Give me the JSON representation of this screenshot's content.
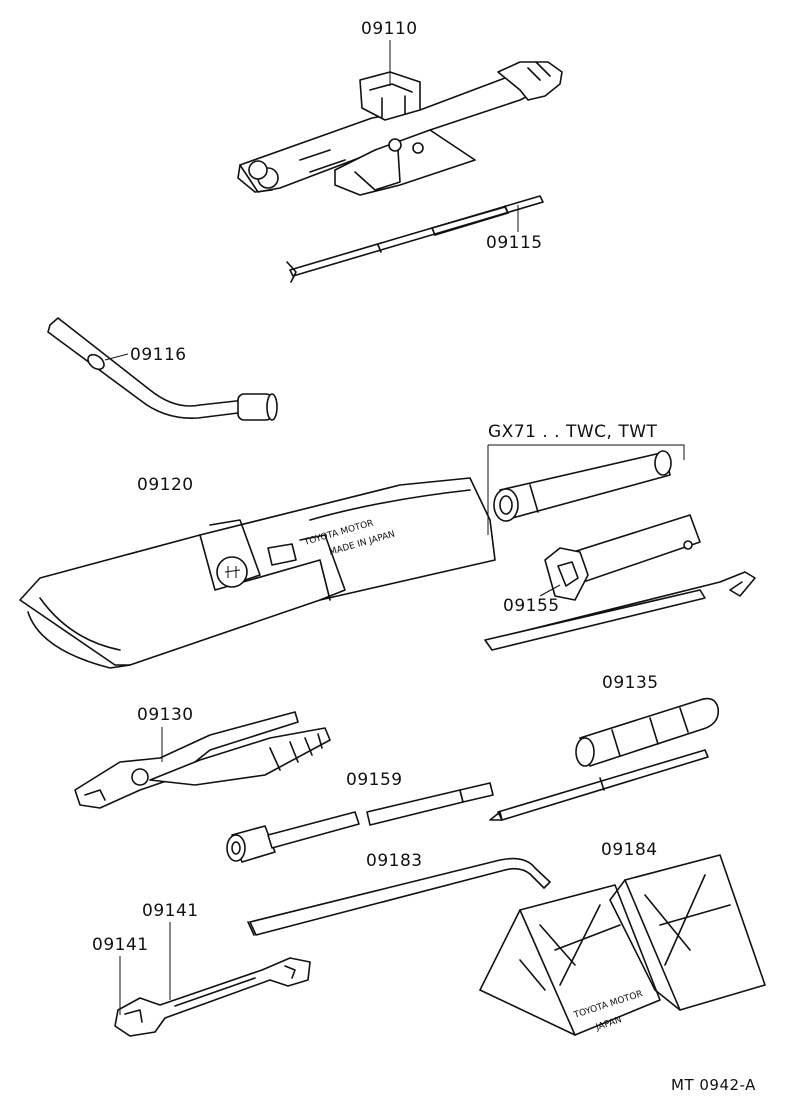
{
  "labels": {
    "jack": "09110",
    "jack_handle": "09115",
    "lug_wrench": "09116",
    "tool_bag": "09120",
    "bag_text_line1": "TOYOTA MOTOR",
    "bag_text_line2": "MADE IN JAPAN",
    "wrench_box_header": "GX71 . . TWC, TWT",
    "box_wrench": "09155",
    "screwdriver": "09135",
    "pliers": "09130",
    "socket_extension": "09159",
    "handle_bar": "09183",
    "chock": "09184",
    "chock_text_line1": "TOYOTA MOTOR",
    "chock_text_line2": "JAPAN",
    "spanner_1": "09141",
    "spanner_2": "09141",
    "figure_code": "MT  0942-A"
  },
  "icons": {
    "jack": "scissor-jack-icon",
    "lug_wrench": "lug-wrench-icon",
    "tool_bag": "tool-bag-icon",
    "pliers": "pliers-icon",
    "screwdriver": "screwdriver-icon",
    "spanner": "spanner-icon",
    "chock": "wheel-chock-icon"
  }
}
